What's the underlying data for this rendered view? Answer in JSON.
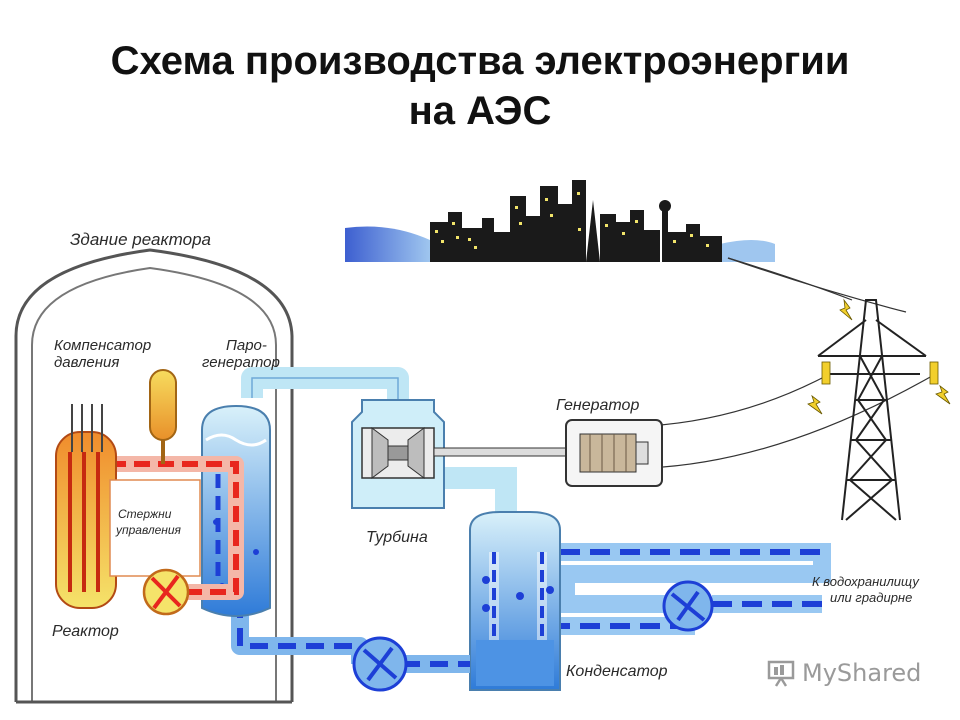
{
  "title": {
    "line1": "Схема производства электроэнергии",
    "line2": "на АЭС"
  },
  "labels": {
    "reactor_building": "Здание реактора",
    "pressurizer_1": "Компенсатор",
    "pressurizer_2": "давления",
    "steam_gen_1": "Паро-",
    "steam_gen_2": "генератор",
    "control_rods_1": "Стержни",
    "control_rods_2": "управления",
    "reactor": "Реактор",
    "turbine": "Турбина",
    "generator": "Генератор",
    "condenser": "Конденсатор",
    "reservoir_1": "К водохранилищу",
    "reservoir_2": "или градирне"
  },
  "watermark": {
    "text": "MyShared",
    "icon": "presentation-icon"
  },
  "colors": {
    "hot_loop": "#e8261e",
    "cold_loop": "#1d3fd6",
    "water_light": "#bfe6f5",
    "water_blue": "#3f86e0",
    "reactor_core": "#f0a030",
    "pressurizer": "#f3c24a",
    "building_line": "#555555"
  }
}
